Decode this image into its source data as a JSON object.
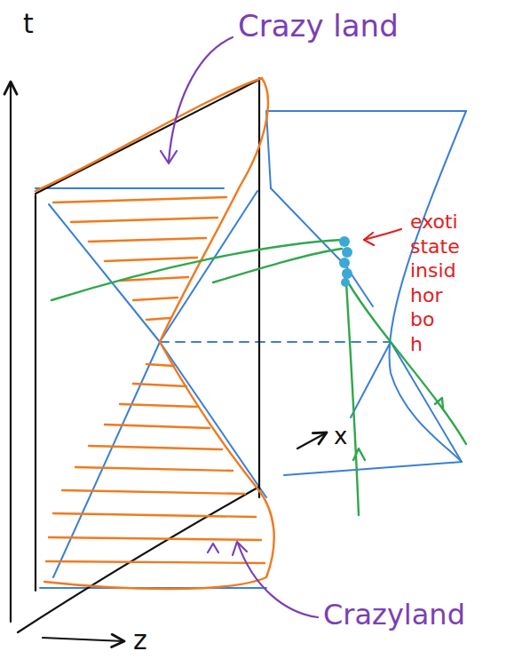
{
  "diagram": {
    "labels": [
      "t",
      "z",
      "x",
      "Crazy land",
      "Crazyland",
      "exoti state insid hor bo h"
    ]
  }
}
